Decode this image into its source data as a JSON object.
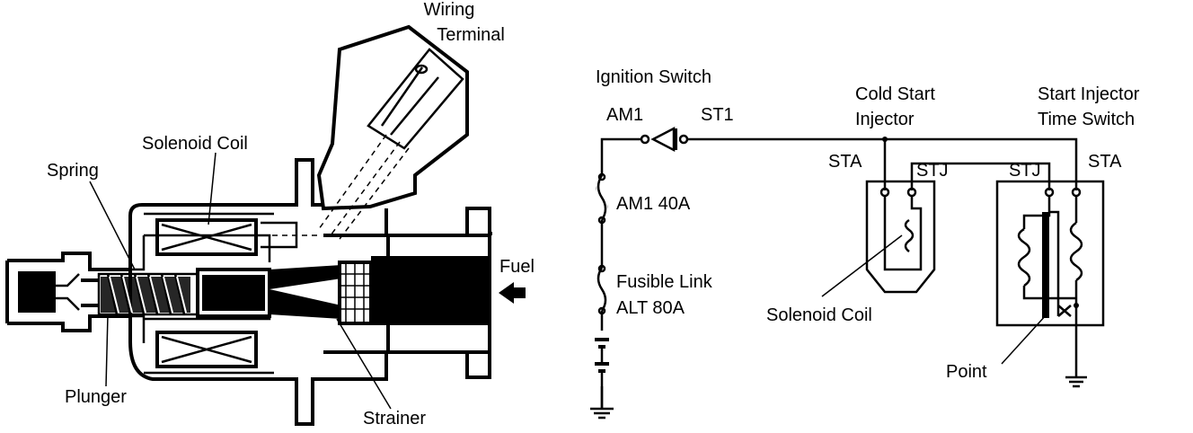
{
  "left": {
    "labels": {
      "wiring_terminal_1": "Wiring",
      "wiring_terminal_2": "Terminal",
      "solenoid_coil": "Solenoid Coil",
      "spring": "Spring",
      "fuel": "Fuel",
      "plunger": "Plunger",
      "strainer": "Strainer"
    }
  },
  "right": {
    "labels": {
      "ignition_switch": "Ignition Switch",
      "am1": "AM1",
      "st1": "ST1",
      "cold_start_1": "Cold Start",
      "cold_start_2": "Injector",
      "time_switch_1": "Start Injector",
      "time_switch_2": "Time Switch",
      "sta_left": "STA",
      "stj_left": "STJ",
      "stj_right": "STJ",
      "sta_right": "STA",
      "am1_fuse": "AM1 40A",
      "fusible_link_1": "Fusible Link",
      "fusible_link_2": "ALT 80A",
      "solenoid_coil": "Solenoid Coil",
      "point": "Point"
    }
  },
  "colors": {
    "ink": "#000000",
    "paper": "#ffffff"
  }
}
